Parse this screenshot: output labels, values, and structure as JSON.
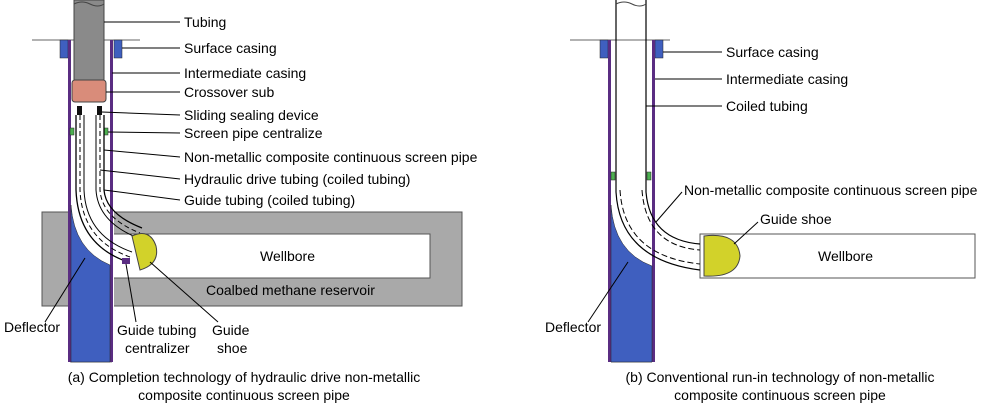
{
  "panel_a": {
    "labels": {
      "tubing": "Tubing",
      "surface_casing": "Surface casing",
      "intermediate_casing": "Intermediate casing",
      "crossover_sub": "Crossover sub",
      "sliding_sealing_device": "Sliding sealing device",
      "screen_pipe_centralize": "Screen pipe centralize",
      "screen_pipe": "Non-metallic composite continuous screen pipe",
      "hydraulic_drive_tubing": "Hydraulic drive tubing (coiled tubing)",
      "guide_tubing": "Guide tubing (coiled tubing)",
      "wellbore": "Wellbore",
      "reservoir": "Coalbed methane reservoir",
      "deflector": "Deflector",
      "guide_tubing_centralizer_1": "Guide tubing",
      "guide_tubing_centralizer_2": "centralizer",
      "guide_shoe_1": "Guide",
      "guide_shoe_2": "shoe"
    },
    "caption_line1": "(a) Completion technology of hydraulic drive non-metallic",
    "caption_line2": "composite continuous screen pipe"
  },
  "panel_b": {
    "labels": {
      "surface_casing": "Surface casing",
      "intermediate_casing": "Intermediate casing",
      "coiled_tubing": "Coiled tubing",
      "screen_pipe": "Non-metallic composite continuous screen pipe",
      "guide_shoe": "Guide shoe",
      "wellbore": "Wellbore",
      "deflector": "Deflector"
    },
    "caption_line1": "(b) Conventional run-in technology of non-metallic",
    "caption_line2": "composite continuous screen pipe"
  },
  "colors": {
    "casing": "#5a2d82",
    "deflector": "#3f5fbf",
    "tubing": "#8a8a8a",
    "crossover_sub": "#d98c7a",
    "guide_shoe": "#d2d22a",
    "reservoir": "#a9a9a9",
    "centralizer": "#4caf50"
  }
}
